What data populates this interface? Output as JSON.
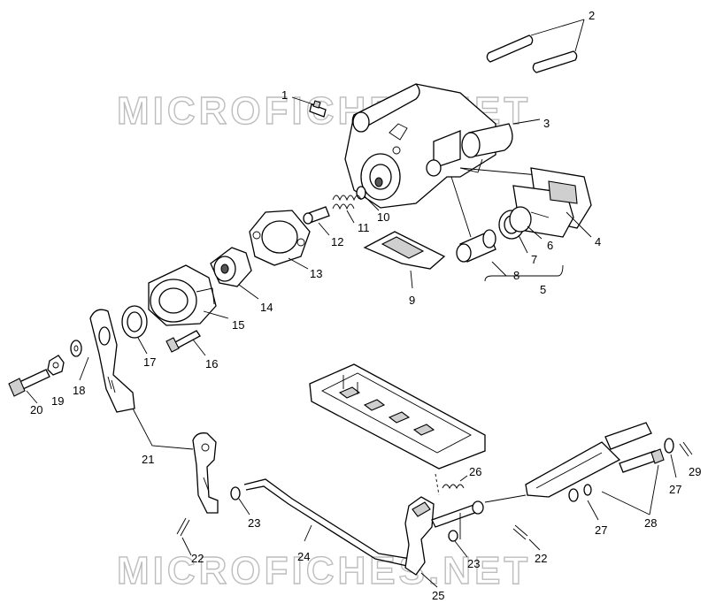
{
  "watermark": "MICROFICHES.NET",
  "callouts": {
    "c1": "1",
    "c2": "2",
    "c3": "3",
    "c4": "4",
    "c5": "5",
    "c6": "6",
    "c7": "7",
    "c8": "8",
    "c9": "9",
    "c10": "10",
    "c11": "11",
    "c12": "12",
    "c13": "13",
    "c14": "14",
    "c15": "15",
    "c16": "16",
    "c17": "17",
    "c18": "18",
    "c19": "19",
    "c20": "20",
    "c21": "21",
    "c22a": "22",
    "c22b": "22",
    "c23a": "23",
    "c23b": "23",
    "c24": "24",
    "c25": "25",
    "c26": "26",
    "c27a": "27",
    "c27b": "27",
    "c28": "28",
    "c29": "29"
  }
}
